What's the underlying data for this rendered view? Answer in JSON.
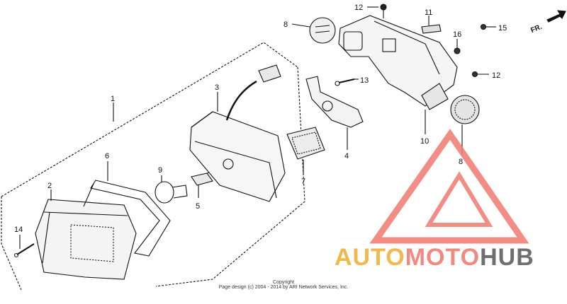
{
  "callouts": {
    "c1": "1",
    "c2": "2",
    "c3": "3",
    "c4": "4",
    "c5": "5",
    "c6": "6",
    "c7": "7",
    "c8a": "8",
    "c8b": "8",
    "c9": "9",
    "c10": "10",
    "c11": "11",
    "c12a": "12",
    "c12b": "12",
    "c13": "13",
    "c14": "14",
    "c15": "15",
    "c16": "16"
  },
  "front_marker": "FR.",
  "footer": {
    "line1": "Copyright",
    "line2": "Page design (c) 2004 - 2014 by ARI Network Services, Inc."
  },
  "watermark": {
    "part_auto": "AUTO",
    "part_moto": "MOTO",
    "part_hub": "HUB",
    "color_auto": "#f2b84b",
    "color_moto": "#f08a80",
    "color_hub": "#6f6f6f",
    "triangle_color": "#f07a70"
  }
}
